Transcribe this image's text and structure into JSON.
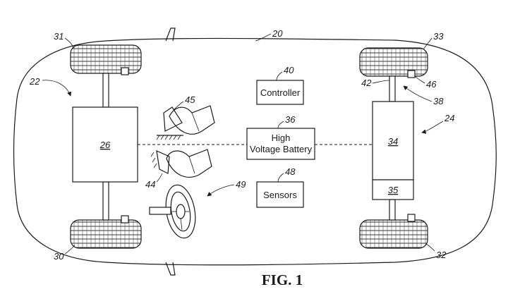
{
  "labels": {
    "vehicle": "20",
    "front_axle_assembly": "22",
    "rear_axle_assembly": "24",
    "front_motor": "26",
    "rear_motor": "34",
    "rear_unit": "35",
    "tire_front_left": "31",
    "tire_front_right": "30",
    "tire_rear_left": "33",
    "tire_rear_right": "32",
    "controller_ref": "40",
    "battery_ref": "36",
    "sensors_ref": "48",
    "brake_pedal_ref": "45",
    "accel_pedal_ref": "44",
    "steering_ref": "49",
    "rear_axle_ref": "42",
    "rear_sensor_ref": "46",
    "rear_drive_ref": "38"
  },
  "boxes": {
    "controller": "Controller",
    "battery_line1": "High",
    "battery_line2": "Voltage Battery",
    "sensors": "Sensors"
  },
  "caption": "FIG. 1"
}
